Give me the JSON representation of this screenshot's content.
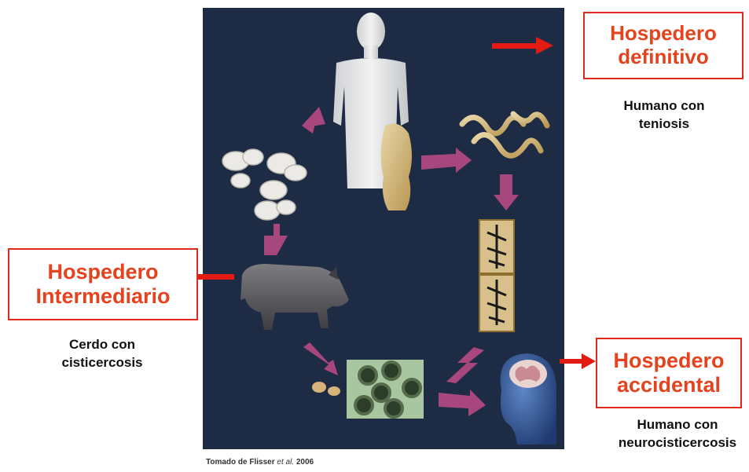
{
  "hosts": {
    "definitive": {
      "title_line1": "Hospedero",
      "title_line2": "definitivo",
      "caption_line1": "Humano con",
      "caption_line2": "teniosis"
    },
    "intermediate": {
      "title_line1": "Hospedero",
      "title_line2": "Intermediario",
      "caption_line1": "Cerdo con",
      "caption_line2": "cisticercosis"
    },
    "accidental": {
      "title_line1": "Hospedero",
      "title_line2": "accidental",
      "caption_line1": "Humano con",
      "caption_line2": "neurocisticercosis"
    }
  },
  "credit": {
    "prefix": "Tomado de Flisser ",
    "italic": "et al.",
    "suffix": " 2006"
  },
  "colors": {
    "panel_background": "#1e2b45",
    "box_border": "#e02a1a",
    "title_text": "#e5431d",
    "cycle_arrow": "#a8467e",
    "pointer_arrow": "#e41b13"
  },
  "icons": [
    "human-figure-icon",
    "tapeworm-scolex-icon",
    "tapeworm-strobila-icon",
    "gravid-proglottids-icon",
    "human-head-brain-icon",
    "taenia-eggs-icon",
    "pig-icon",
    "cysticerci-icon"
  ]
}
